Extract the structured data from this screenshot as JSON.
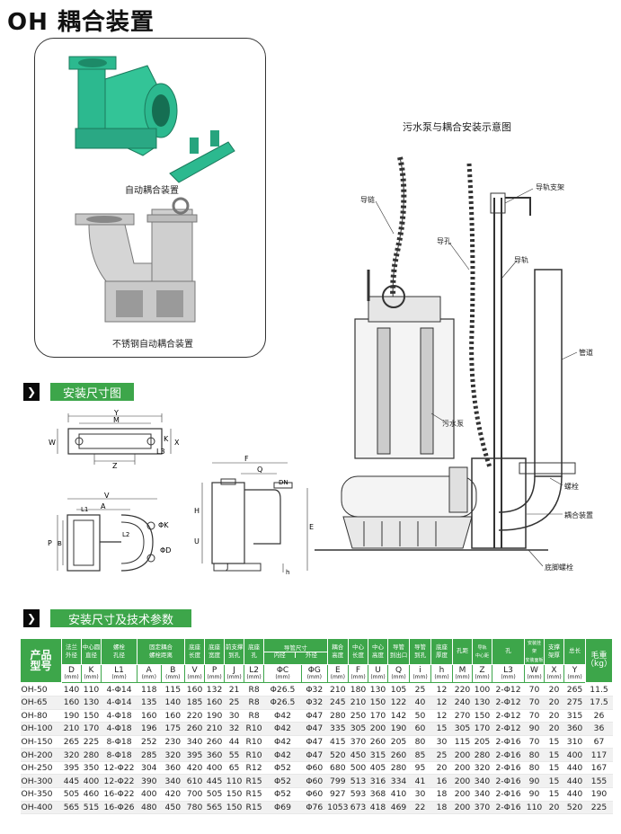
{
  "title": "OH 耦合装置",
  "photos": {
    "auto_caption": "自动耦合装置",
    "steel_caption": "不锈钢自动耦合装置"
  },
  "diagram": {
    "title": "污水泵与耦合安装示意图",
    "labels": {
      "guide_chain": "导链",
      "guide_hole": "导孔",
      "rail_bracket": "导轨支架",
      "rail": "导轨",
      "pipe": "管道",
      "sewage_pump": "污水泵",
      "bolt": "螺栓",
      "coupling": "耦合装置",
      "foot_bolt": "底脚螺栓"
    }
  },
  "section1": {
    "label": "安装尺寸图"
  },
  "section2": {
    "label": "安装尺寸及技术参数"
  },
  "dims": {
    "Y": "Y",
    "M": "M",
    "W": "W",
    "K": "K",
    "L3": "L3",
    "Z": "Z",
    "X": "X",
    "V": "V",
    "A": "A",
    "L2": "L2",
    "L1": "L1",
    "PhiK": "ΦK",
    "PhiD": "ΦD",
    "B": "B",
    "P": "P",
    "F": "F",
    "Q": "Q",
    "DN": "DN",
    "H": "H",
    "U": "U",
    "J": "J",
    "E": "E",
    "h": "h"
  },
  "table": {
    "header_group": {
      "model": [
        "产品",
        "型号"
      ],
      "flange_od": [
        "法兰",
        "外径"
      ],
      "center_dia": [
        "中心圆",
        "直径"
      ],
      "bolt_hole": [
        "螺栓",
        "孔径"
      ],
      "fix_bolt_dist": [
        "固定耦合",
        "螺栓距离"
      ],
      "base_len": [
        "底座",
        "长度"
      ],
      "base_width": [
        "底座",
        "宽度"
      ],
      "front_support": [
        "前支撑",
        "到孔"
      ],
      "base_hole": [
        "底座",
        "孔"
      ],
      "guide_pipe": "导管尺寸",
      "guide_inner": "内径",
      "guide_outer": "外径",
      "coupling_height": [
        "耦合",
        "高度"
      ],
      "center_len": [
        "中心",
        "长度"
      ],
      "center_height": [
        "中心",
        "高度"
      ],
      "guide_to_outlet": [
        "导管",
        "到出口"
      ],
      "guide_to_hole": [
        "导管",
        "到孔"
      ],
      "base_thick": [
        "底座",
        "厚度"
      ],
      "hole_dist": "孔距",
      "rail_center": [
        "导轨",
        "中心距"
      ],
      "hole": "孔",
      "install_bracket": [
        "安装挂",
        "架",
        "安装面板"
      ],
      "support_frame": [
        "支撑",
        "架厚"
      ],
      "total_len": "总长",
      "weight": [
        "毛重",
        "（kg）"
      ]
    },
    "units": [
      {
        "sym": "D",
        "unit": "(mm)"
      },
      {
        "sym": "K",
        "unit": "(mm)"
      },
      {
        "sym": "L1",
        "unit": "(mm)"
      },
      {
        "sym": "A",
        "unit": "(mm)"
      },
      {
        "sym": "B",
        "unit": "(mm)"
      },
      {
        "sym": "V",
        "unit": "(mm)"
      },
      {
        "sym": "P",
        "unit": "(mm)"
      },
      {
        "sym": "J",
        "unit": "(mm)"
      },
      {
        "sym": "L2",
        "unit": "(mm)"
      },
      {
        "sym": "ΦC",
        "unit": "(mm)"
      },
      {
        "sym": "ΦG",
        "unit": "(mm)"
      },
      {
        "sym": "E",
        "unit": "(mm)"
      },
      {
        "sym": "F",
        "unit": "(mm)"
      },
      {
        "sym": "U",
        "unit": "(mm)"
      },
      {
        "sym": "Q",
        "unit": "(mm)"
      },
      {
        "sym": "i",
        "unit": "(mm)"
      },
      {
        "sym": "h",
        "unit": "(mm)"
      },
      {
        "sym": "M",
        "unit": "(mm)"
      },
      {
        "sym": "Z",
        "unit": "(mm)"
      },
      {
        "sym": "L3",
        "unit": "(mm)"
      },
      {
        "sym": "W",
        "unit": "(mm)"
      },
      {
        "sym": "X",
        "unit": "(mm)"
      },
      {
        "sym": "Y",
        "unit": "(mm)"
      }
    ],
    "rows": [
      [
        "OH-50",
        "140",
        "110",
        "4-Φ14",
        "118",
        "115",
        "160",
        "132",
        "21",
        "R8",
        "Φ26.5",
        "Φ32",
        "210",
        "180",
        "130",
        "105",
        "25",
        "12",
        "220",
        "100",
        "2-Φ12",
        "70",
        "20",
        "265",
        "11.5"
      ],
      [
        "OH-65",
        "160",
        "130",
        "4-Φ14",
        "135",
        "140",
        "185",
        "160",
        "25",
        "R8",
        "Φ26.5",
        "Φ32",
        "245",
        "210",
        "150",
        "122",
        "40",
        "12",
        "240",
        "130",
        "2-Φ12",
        "70",
        "20",
        "275",
        "17.5"
      ],
      [
        "OH-80",
        "190",
        "150",
        "4-Φ18",
        "160",
        "160",
        "220",
        "190",
        "30",
        "R8",
        "Φ42",
        "Φ47",
        "280",
        "250",
        "170",
        "142",
        "50",
        "12",
        "270",
        "150",
        "2-Φ12",
        "70",
        "20",
        "315",
        "26"
      ],
      [
        "OH-100",
        "210",
        "170",
        "4-Φ18",
        "196",
        "175",
        "260",
        "210",
        "32",
        "R10",
        "Φ42",
        "Φ47",
        "335",
        "305",
        "200",
        "190",
        "60",
        "15",
        "305",
        "170",
        "2-Φ12",
        "90",
        "20",
        "360",
        "36"
      ],
      [
        "OH-150",
        "265",
        "225",
        "8-Φ18",
        "252",
        "230",
        "340",
        "260",
        "44",
        "R10",
        "Φ42",
        "Φ47",
        "415",
        "370",
        "260",
        "205",
        "80",
        "30",
        "115",
        "205",
        "2-Φ16",
        "70",
        "15",
        "310",
        "67"
      ],
      [
        "OH-200",
        "320",
        "280",
        "8-Φ18",
        "285",
        "320",
        "395",
        "360",
        "55",
        "R10",
        "Φ42",
        "Φ47",
        "520",
        "450",
        "315",
        "260",
        "85",
        "25",
        "200",
        "280",
        "2-Φ16",
        "80",
        "15",
        "400",
        "117"
      ],
      [
        "OH-250",
        "395",
        "350",
        "12-Φ22",
        "304",
        "360",
        "420",
        "400",
        "65",
        "R12",
        "Φ52",
        "Φ60",
        "680",
        "500",
        "405",
        "280",
        "95",
        "20",
        "200",
        "320",
        "2-Φ16",
        "80",
        "15",
        "440",
        "167"
      ],
      [
        "OH-300",
        "445",
        "400",
        "12-Φ22",
        "390",
        "340",
        "610",
        "445",
        "110",
        "R15",
        "Φ52",
        "Φ60",
        "799",
        "513",
        "316",
        "334",
        "41",
        "16",
        "200",
        "340",
        "2-Φ16",
        "90",
        "15",
        "440",
        "155"
      ],
      [
        "OH-350",
        "505",
        "460",
        "16-Φ22",
        "400",
        "420",
        "700",
        "505",
        "150",
        "R15",
        "Φ52",
        "Φ60",
        "927",
        "593",
        "368",
        "410",
        "30",
        "18",
        "200",
        "340",
        "2-Φ16",
        "90",
        "15",
        "440",
        "190"
      ],
      [
        "OH-400",
        "565",
        "515",
        "16-Φ26",
        "480",
        "450",
        "780",
        "565",
        "150",
        "R15",
        "Φ69",
        "Φ76",
        "1053",
        "673",
        "418",
        "469",
        "22",
        "18",
        "200",
        "370",
        "2-Φ16",
        "110",
        "20",
        "520",
        "225"
      ]
    ]
  },
  "colors": {
    "accent": "#3da64a",
    "pump_green": "#27b08a"
  }
}
